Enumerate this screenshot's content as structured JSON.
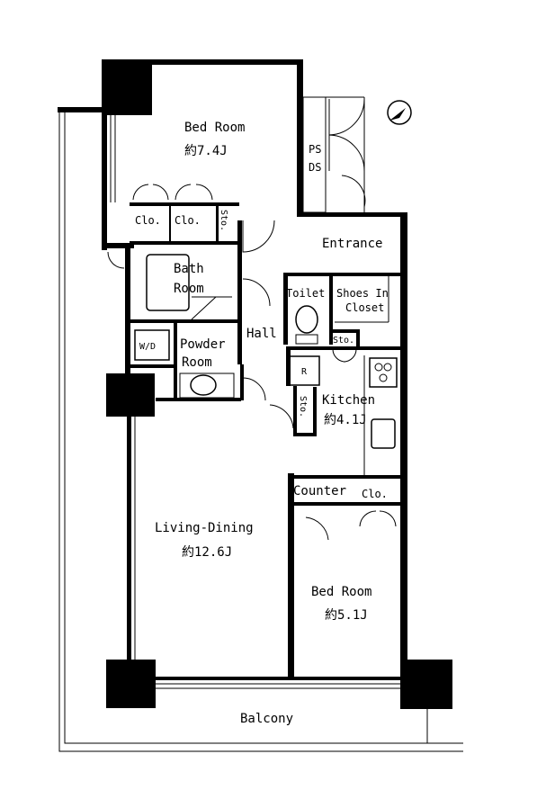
{
  "rooms": {
    "bed_room_1": {
      "name": "Bed Room",
      "size": "約7.4J"
    },
    "living_dining": {
      "name": "Living-Dining",
      "size": "約12.6J"
    },
    "bed_room_2": {
      "name": "Bed Room",
      "size": "約5.1J"
    },
    "kitchen": {
      "name": "Kitchen",
      "size": "約4.1J"
    },
    "bath": {
      "line1": "Bath",
      "line2": "Room"
    },
    "powder": {
      "line1": "Powder",
      "line2": "Room"
    },
    "entrance": "Entrance",
    "hall": "Hall",
    "toilet": "Toilet",
    "shoes_closet": {
      "line1": "Shoes In",
      "line2": "Closet"
    },
    "counter": "Counter",
    "balcony": "Balcony"
  },
  "storage": {
    "clo_1": "Clo.",
    "clo_2": "Clo.",
    "clo_3": "Clo.",
    "sto_1": "Sto.",
    "sto_2": "Sto.",
    "sto_3": "Sto.",
    "ps": "PS",
    "ds": "DS",
    "wd": "W/D",
    "fridge": "R"
  }
}
